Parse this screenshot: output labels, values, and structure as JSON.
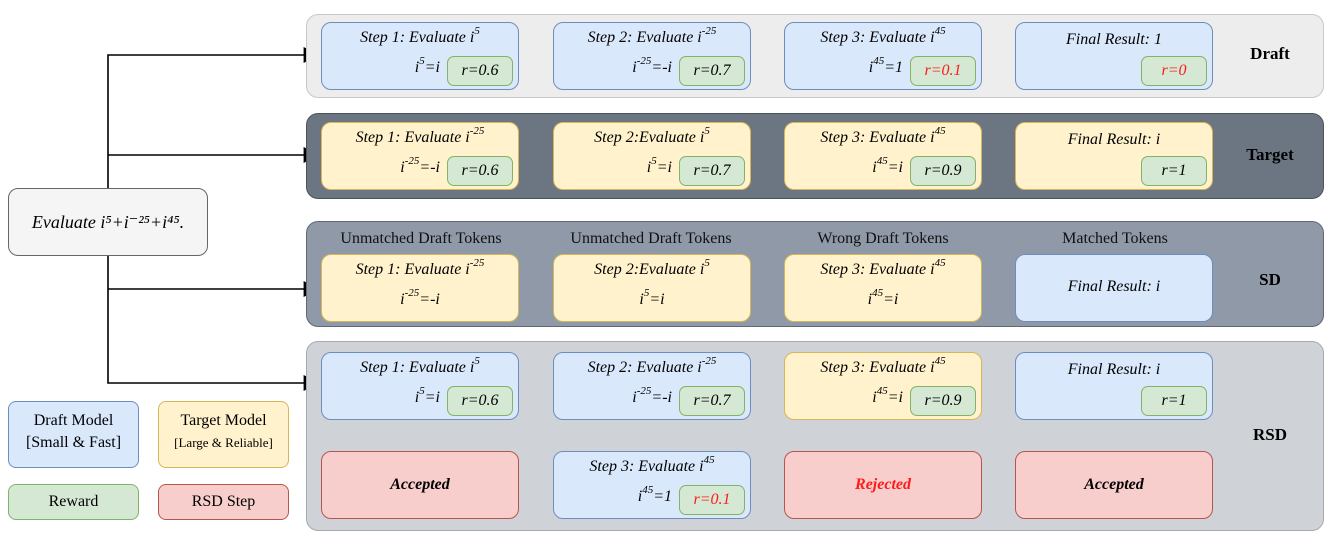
{
  "question": "Evaluate i⁵+i⁻²⁵+i⁴⁵.",
  "panels": {
    "draft": "Draft",
    "target": "Target",
    "sd": "SD",
    "rsd": "RSD"
  },
  "draft": {
    "s1": {
      "title": "Step 1: Evaluate i",
      "tsup": "5",
      "eq": "i",
      "esup": "5",
      "erest": "=i",
      "reward": "r=0.6"
    },
    "s2": {
      "title": "Step 2: Evaluate i",
      "tsup": "-25",
      "eq": "i",
      "esup": "-25",
      "erest": "=-i",
      "reward": "r=0.7"
    },
    "s3": {
      "title": "Step 3: Evaluate i",
      "tsup": "45",
      "eq": "i",
      "esup": "45",
      "erest": "=1",
      "reward": "r=0.1"
    },
    "final": {
      "title": "Final Result: 1",
      "reward": "r=0"
    }
  },
  "target": {
    "s1": {
      "title": "Step 1: Evaluate i",
      "tsup": "-25",
      "eq": "i",
      "esup": "-25",
      "erest": "=-i",
      "reward": "r=0.6"
    },
    "s2": {
      "title": "Step 2:Evaluate i",
      "tsup": "5",
      "eq": "i",
      "esup": "5",
      "erest": "=i",
      "reward": "r=0.7"
    },
    "s3": {
      "title": "Step 3: Evaluate i",
      "tsup": "45",
      "eq": "i",
      "esup": "45",
      "erest": "=i",
      "reward": "r=0.9"
    },
    "final": {
      "title": "Final Result: i",
      "reward": "r=1"
    }
  },
  "sd": {
    "captions": [
      "Unmatched Draft Tokens",
      "Unmatched Draft Tokens",
      "Wrong Draft Tokens",
      "Matched Tokens"
    ],
    "s1": {
      "title": "Step 1: Evaluate i",
      "tsup": "-25",
      "eq": "i",
      "esup": "-25",
      "erest": "=-i"
    },
    "s2": {
      "title": "Step 2:Evaluate i",
      "tsup": "5",
      "eq": "i",
      "esup": "5",
      "erest": "=i"
    },
    "s3": {
      "title": "Step 3: Evaluate i",
      "tsup": "45",
      "eq": "i",
      "esup": "45",
      "erest": "=i"
    },
    "final": {
      "title": "Final Result: i"
    }
  },
  "rsd": {
    "s1": {
      "title": "Step 1: Evaluate i",
      "tsup": "5",
      "eq": "i",
      "esup": "5",
      "erest": "=i",
      "reward": "r=0.6"
    },
    "s2": {
      "title": "Step 2: Evaluate i",
      "tsup": "-25",
      "eq": "i",
      "esup": "-25",
      "erest": "=-i",
      "reward": "r=0.7"
    },
    "s3": {
      "title": "Step 3: Evaluate i",
      "tsup": "45",
      "eq": "i",
      "esup": "45",
      "erest": "=i",
      "reward": "r=0.9"
    },
    "s3draft": {
      "title": "Step 3: Evaluate i",
      "tsup": "45",
      "eq": "i",
      "esup": "45",
      "erest": "=1",
      "reward": "r=0.1"
    },
    "final": {
      "title": "Final Result: i",
      "reward": "r=1"
    },
    "accepted1": "Accepted",
    "rejected": "Rejected",
    "accepted2": "Accepted"
  },
  "legend": {
    "draft_model_1": "Draft Model",
    "draft_model_2": "[Small & Fast]",
    "target_model_1": "Target Model",
    "target_model_2": "[Large & Reliable]",
    "reward": "Reward",
    "rsd_step": "RSD Step"
  },
  "colors": {
    "draft_box": "#dae8fc",
    "target_box": "#fff2cc",
    "reward_box": "#d5e8d4",
    "rsd_step_box": "#f8cecc",
    "bad_reward_text": "#ff1a1a"
  }
}
